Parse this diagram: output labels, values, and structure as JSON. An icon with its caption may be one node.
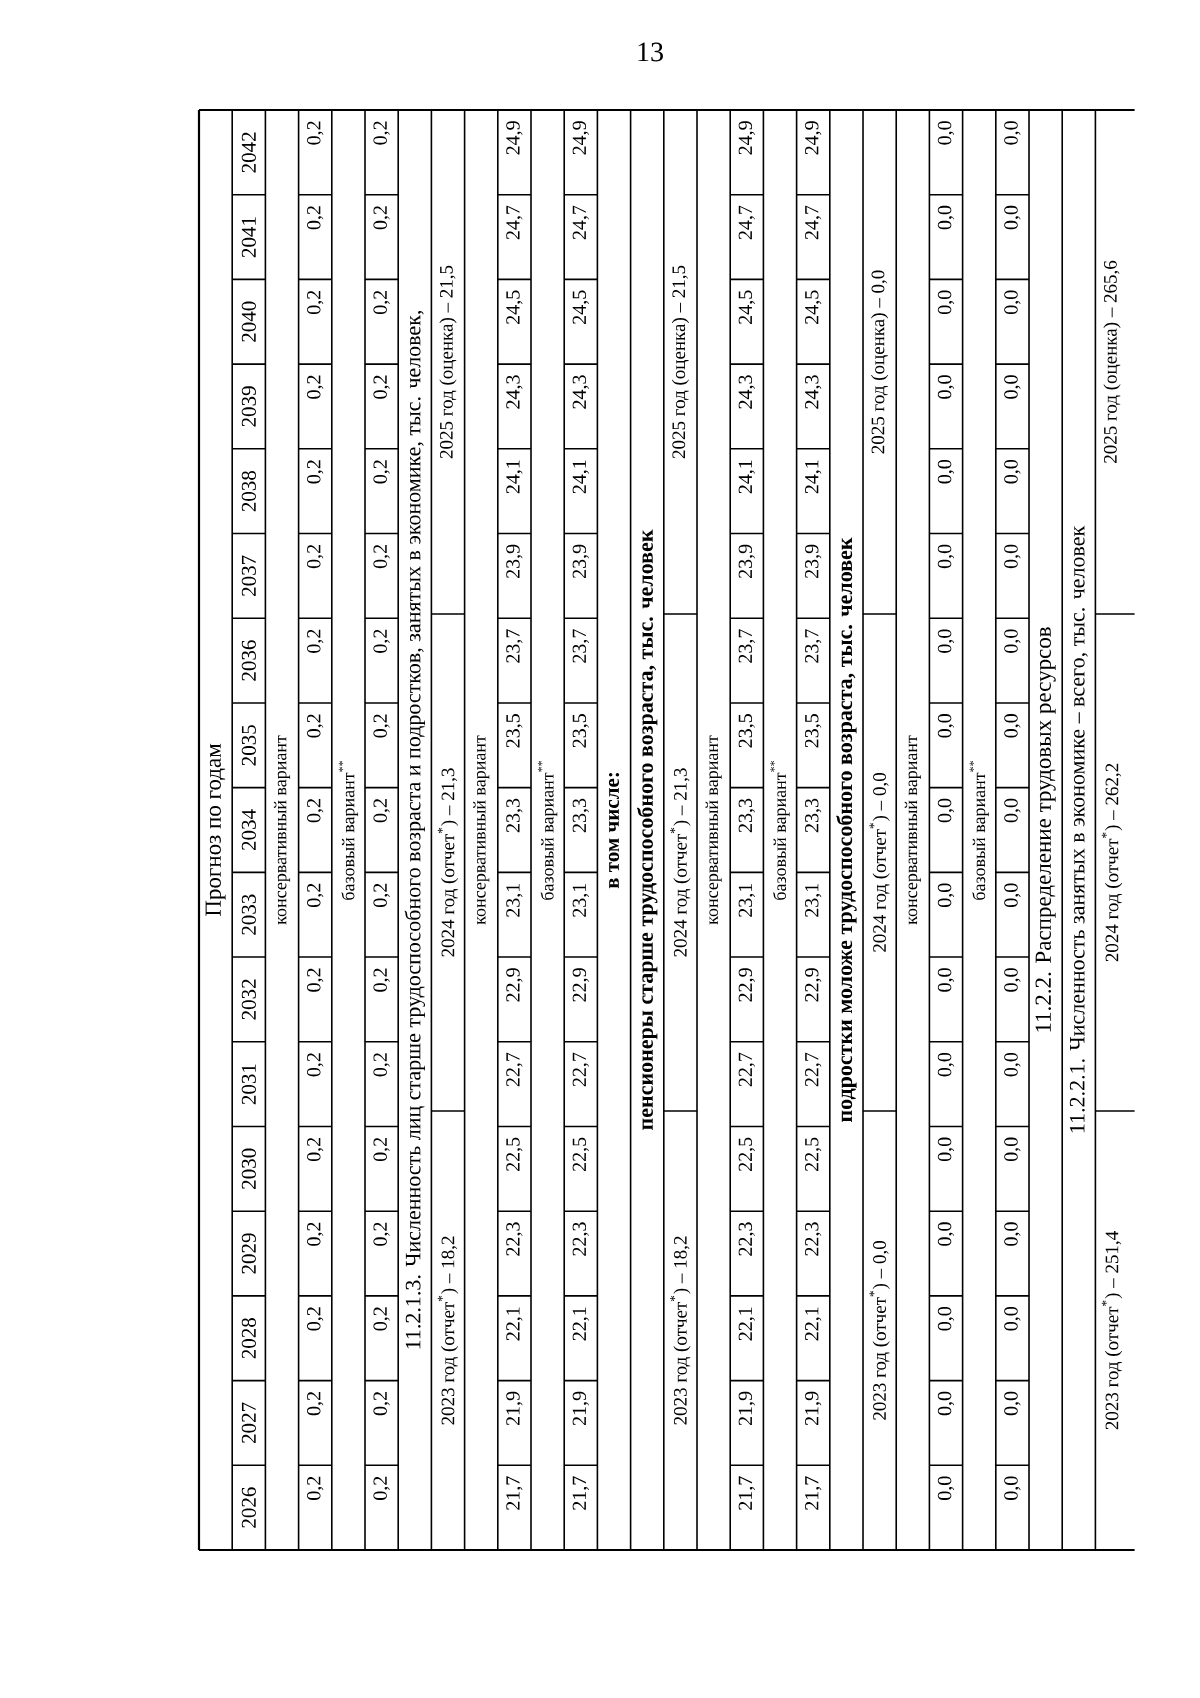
{
  "diagram": {
    "labels": [
      "13",
      "Прогноз по годам",
      "2026",
      "2027",
      "2028",
      "2029",
      "2030",
      "2031",
      "2032",
      "2033",
      "2034",
      "2035",
      "2036",
      "2037",
      "2038",
      "2039",
      "2040",
      "2041",
      "2042",
      "консервативный вариант",
      "0,2",
      "0,2",
      "0,2",
      "0,2",
      "0,2",
      "0,2",
      "0,2",
      "0,2",
      "0,2",
      "0,2",
      "0,2",
      "0,2",
      "0,2",
      "0,2",
      "0,2",
      "0,2",
      "0,2",
      "базовый вариант$^{**}$",
      "0,2",
      "0,2",
      "0,2",
      "0,2",
      "0,2",
      "0,2",
      "0,2",
      "0,2",
      "0,2",
      "0,2",
      "0,2",
      "0,2",
      "0,2",
      "0,2",
      "0,2",
      "0,2",
      "0,2",
      "11.2.1.3. Численность лиц старше трудоспособного возраста и подростков, занятых в экономике, тыс. человек,",
      "2023 год (отчет$^{*}$) – 18,2",
      "2024 год (отчет$^{*}$) – 21,3",
      "2025 год (оценка) – 21,5",
      "консервативный вариант",
      "21,7",
      "21,9",
      "22,1",
      "22,3",
      "22,5",
      "22,7",
      "22,9",
      "23,1",
      "23,3",
      "23,5",
      "23,7",
      "23,9",
      "24,1",
      "24,3",
      "24,5",
      "24,7",
      "24,9",
      "базовый вариант$^{**}$",
      "21,7",
      "21,9",
      "22,1",
      "22,3",
      "22,5",
      "22,7",
      "22,9",
      "23,1",
      "23,3",
      "23,5",
      "23,7",
      "23,9",
      "24,1",
      "24,3",
      "24,5",
      "24,7",
      "24,9",
      "в том числе:",
      "пенсионеры старше трудоспособного возраста, тыс. человек",
      "2023 год (отчет$^{*}$) – 18,2",
      "2024 год (отчет$^{*}$) – 21,3",
      "2025 год (оценка) – 21,5",
      "консервативный вариант",
      "21,7",
      "21,9",
      "22,1",
      "22,3",
      "22,5",
      "22,7",
      "22,9",
      "23,1",
      "23,3",
      "23,5",
      "23,7",
      "23,9",
      "24,1",
      "24,3",
      "24,5",
      "24,7",
      "24,9",
      "базовый вариант$^{**}$",
      "21,7",
      "21,9",
      "22,1",
      "22,3",
      "22,5",
      "22,7",
      "22,9",
      "23,1",
      "23,3",
      "23,5",
      "23,7",
      "23,9",
      "24,1",
      "24,3",
      "24,5",
      "24,7",
      "24,9",
      "подростки моложе трудоспособного возраста, тыс. человек",
      "2023 год (отчет$^{*}$) – 0,0",
      "2024 год (отчет$^{*}$) – 0,0",
      "2025 год (оценка) – 0,0",
      "консервативный вариант",
      "0,0",
      "0,0",
      "0,0",
      "0,0",
      "0,0",
      "0,0",
      "0,0",
      "0,0",
      "0,0",
      "0,0",
      "0,0",
      "0,0",
      "0,0",
      "0,0",
      "0,0",
      "0,0",
      "0,0",
      "базовый вариант$^{**}$",
      "0,0",
      "0,0",
      "0,0",
      "0,0",
      "0,0",
      "0,0",
      "0,0",
      "0,0",
      "0,0",
      "0,0",
      "0,0",
      "0,0",
      "0,0",
      "0,0",
      "0,0",
      "0,0",
      "0,0",
      "11.2.2. Распределение трудовых ресурсов",
      "11.2.2.1. Численность занятых в экономике – всего, тыс. человек",
      "2023 год (отчет$^{*}$) – 251,4",
      "2024 год (отчет$^{*}$) – 262,2",
      "2025 год (оценка) – 265,6"
    ]
  }
}
